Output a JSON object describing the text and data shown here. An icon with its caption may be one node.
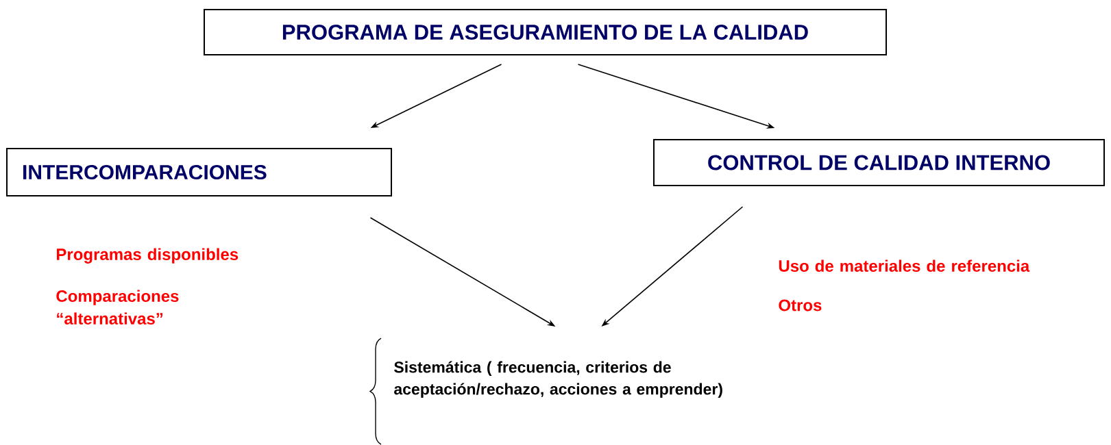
{
  "diagram": {
    "nodes": [
      {
        "text": [
          "PROGRAMA DE ASEGURAMIENTO DE LA CALIDAD"
        ]
      },
      {
        "text": [
          "INTERCOMPARACIONES"
        ]
      },
      {
        "text": [
          "CONTROL DE CALIDAD INTERNO"
        ]
      },
      {
        "text": [
          "Sistemática ( frecuencia, criterios de aceptación/rechazo, acciones a emprender)"
        ]
      }
    ],
    "edges": [
      {
        "from": 0,
        "to": 1,
        "arrow": "to"
      },
      {
        "from": 0,
        "to": 2,
        "arrow": "to"
      },
      {
        "from": 1,
        "to": 3,
        "arrow": "to"
      },
      {
        "from": 2,
        "to": 3,
        "arrow": "to"
      }
    ],
    "labels": [
      "Programas disponibles",
      "Comparaciones “alternativas”",
      "Uso de materiales de referencia",
      "Otros"
    ]
  }
}
